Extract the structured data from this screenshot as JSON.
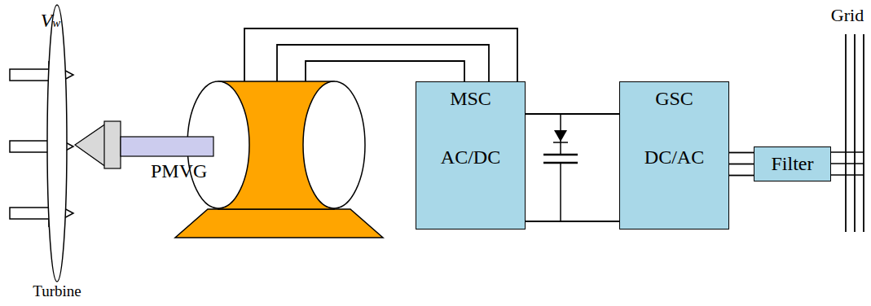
{
  "diagram": {
    "nodes": [
      {
        "text": [
          "PMVG"
        ]
      },
      {
        "text": [
          "MSC",
          "AC/DC"
        ]
      },
      {
        "text": [
          "GSC",
          "DC/AC"
        ]
      },
      {
        "text": [
          "Filter"
        ]
      }
    ],
    "edges": [
      {
        "from": 0,
        "to": 1,
        "arrow": "none"
      },
      {
        "from": 1,
        "to": 2,
        "arrow": "none"
      },
      {
        "from": 2,
        "to": 3,
        "arrow": "none"
      }
    ],
    "labels": [
      "Vw",
      "Turbine",
      "Grid"
    ]
  }
}
